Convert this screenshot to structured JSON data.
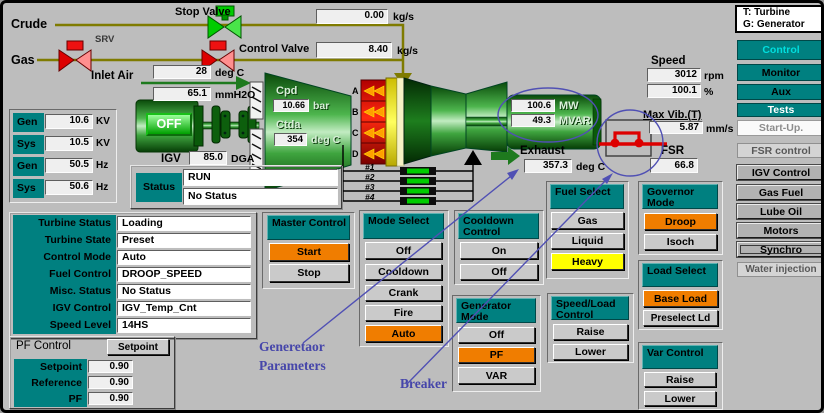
{
  "legend": {
    "t": "T: Turbine",
    "g": "G: Generator"
  },
  "fuel": {
    "crude_label": "Crude",
    "stop_valve_label": "Stop Valve",
    "crude_flow": "0.00",
    "crude_unit": "kg/s",
    "gas_label": "Gas",
    "srv_label": "SRV",
    "control_valve_label": "Control Valve",
    "gas_flow": "8.40",
    "gas_unit": "kg/s"
  },
  "inlet_air": {
    "label": "Inlet Air",
    "temp": "28",
    "temp_unit": "deg C",
    "pressure": "65.1",
    "pressure_unit": "mmH2O"
  },
  "electrical": {
    "rows": [
      {
        "label": "Gen",
        "value": "10.6",
        "unit": "KV"
      },
      {
        "label": "Sys",
        "value": "10.5",
        "unit": "KV"
      },
      {
        "label": "Gen",
        "value": "50.5",
        "unit": "Hz"
      },
      {
        "label": "Sys",
        "value": "50.6",
        "unit": "Hz"
      }
    ]
  },
  "motor": {
    "state": "OFF"
  },
  "igv": {
    "label": "IGV",
    "value": "85.0",
    "unit": "DGA"
  },
  "compressor": {
    "cpd_label": "Cpd",
    "cpd_value": "10.66",
    "cpd_unit": "bar",
    "ctda_label": "Ctda",
    "ctda_value": "354",
    "ctda_unit": "deg C"
  },
  "combustor": {
    "stages": [
      "A",
      "B",
      "C",
      "D"
    ],
    "cans": [
      "#1",
      "#2",
      "#3",
      "#4"
    ]
  },
  "generator": {
    "mw": "100.6",
    "mw_unit": "MW",
    "mvar": "49.3",
    "mvar_unit": "MVAR"
  },
  "exhaust": {
    "label": "Exhaust",
    "value": "357.3",
    "unit": "deg C"
  },
  "speed": {
    "label": "Speed",
    "rpm": "3012",
    "rpm_unit": "rpm",
    "percent": "100.1",
    "percent_unit": "%"
  },
  "vibration": {
    "label": "Max Vib.(T)",
    "value": "5.87",
    "unit": "mm/s"
  },
  "fsr": {
    "label": "FSR",
    "value": "66.8"
  },
  "status": {
    "label": "Status",
    "primary": "RUN",
    "secondary": "No Status"
  },
  "turbine_info": {
    "rows": [
      {
        "label": "Turbine Status",
        "value": "Loading"
      },
      {
        "label": "Turbine State",
        "value": "Preset"
      },
      {
        "label": "Control Mode",
        "value": "Auto"
      },
      {
        "label": "Fuel Control",
        "value": "DROOP_SPEED"
      },
      {
        "label": "Misc. Status",
        "value": "No Status"
      },
      {
        "label": "IGV Control",
        "value": "IGV_Temp_Cnt"
      },
      {
        "label": "Speed Level",
        "value": "14HS"
      }
    ]
  },
  "pf_control": {
    "title": "PF Control",
    "setpoint_button": "Setpoint",
    "rows": [
      {
        "label": "Setpoint",
        "value": "0.90"
      },
      {
        "label": "Reference",
        "value": "0.90"
      },
      {
        "label": "PF",
        "value": "0.90"
      }
    ]
  },
  "groups": {
    "master_control": {
      "title": "Master Control",
      "buttons": [
        "Start",
        "Stop"
      ],
      "active": "Start"
    },
    "mode_select": {
      "title": "Mode Select",
      "buttons": [
        "Off",
        "Cooldown",
        "Crank",
        "Fire",
        "Auto"
      ],
      "active": "Auto"
    },
    "cooldown_control": {
      "title": "Cooldown Control",
      "buttons": [
        "On",
        "Off"
      ],
      "active": ""
    },
    "generator_mode": {
      "title": "Generator Mode",
      "buttons": [
        "Off",
        "PF",
        "VAR"
      ],
      "active": "PF"
    },
    "fuel_select": {
      "title": "Fuel Select",
      "buttons": [
        "Gas",
        "Liquid",
        "Heavy"
      ],
      "active": "Heavy"
    },
    "governor_mode": {
      "title": "Governor Mode",
      "buttons": [
        "Droop",
        "Isoch"
      ],
      "active": "Droop"
    },
    "load_select": {
      "title": "Load Select",
      "buttons": [
        "Base Load",
        "Preselect Ld"
      ],
      "active": "Base Load"
    },
    "speed_load_control": {
      "title": "Speed/Load Control",
      "buttons": [
        "Raise",
        "Lower"
      ],
      "active": ""
    },
    "var_control": {
      "title": "Var Control",
      "buttons": [
        "Raise",
        "Lower"
      ],
      "active": ""
    }
  },
  "sidebar": {
    "items": [
      {
        "label": "Control"
      },
      {
        "label": "Monitor"
      },
      {
        "label": "Aux"
      },
      {
        "label": "Tests"
      },
      {
        "label": "Start-Up."
      },
      {
        "label": "FSR control"
      },
      {
        "label": "IGV Control"
      },
      {
        "label": "Gas Fuel"
      },
      {
        "label": "Lube Oil"
      },
      {
        "label": "Motors"
      },
      {
        "label": "Synchro"
      },
      {
        "label": "Water injection"
      }
    ]
  },
  "annotations": {
    "gen_params_line1": "Generetaor",
    "gen_params_line2": "Parameters",
    "breaker": "Breaker"
  },
  "colors": {
    "teal": "#008080",
    "active_orange": "#F07D00",
    "highlight_yellow": "#FFFF00",
    "annotation_blue": "#5050B4",
    "fuel_line_olive": "#7F7B00",
    "alarm_red": "#DD0000",
    "valve_green": "#00CC00",
    "background_gray": "#BDBDBD"
  }
}
